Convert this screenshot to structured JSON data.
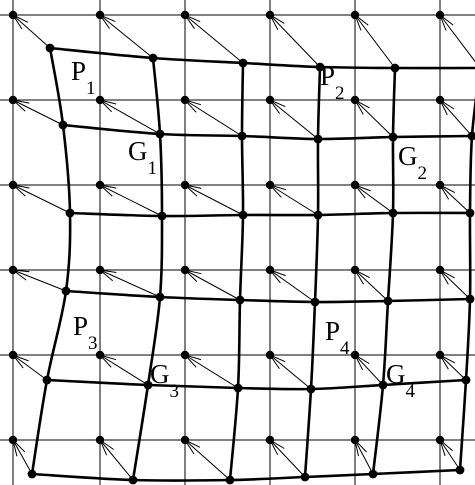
{
  "labels": [
    {
      "name": "P",
      "sub": "1"
    },
    {
      "name": "P",
      "sub": "2"
    },
    {
      "name": "G",
      "sub": "1"
    },
    {
      "name": "G",
      "sub": "2"
    },
    {
      "name": "P",
      "sub": "3"
    },
    {
      "name": "P",
      "sub": "4"
    },
    {
      "name": "G",
      "sub": "3"
    },
    {
      "name": "G",
      "sub": "4"
    }
  ],
  "diagram": {
    "regular_grid": "6 x 6 square lattice with a node at every intersection",
    "deformed_grid": "6 x 6 warped lattice drawn with thick curves and a node at every intersection",
    "displacement_arrows": "one arrow per lattice node pointing from the warped node to the regular node"
  }
}
